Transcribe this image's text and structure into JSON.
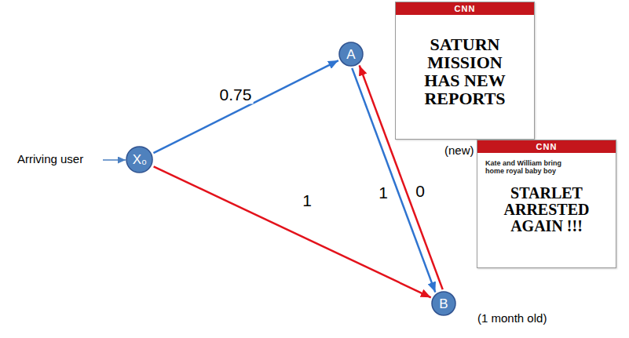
{
  "diagram": {
    "nodes": [
      {
        "text": [
          "X₀"
        ]
      },
      {
        "text": [
          "A"
        ]
      },
      {
        "text": [
          "B"
        ]
      },
      {
        "text": [
          "CNN",
          "SATURN MISSION HAS NEW REPORTS",
          "(new)"
        ]
      },
      {
        "text": [
          "CNN",
          "Kate and William bring home royal baby boy",
          "STARLET ARRESTED AGAIN !!!",
          "(1 month old)"
        ]
      }
    ],
    "edges": [
      {
        "from": 0,
        "to": 1,
        "arrow": "to",
        "label": "0.75"
      },
      {
        "from": 0,
        "to": 2,
        "arrow": "to",
        "label": "1"
      },
      {
        "from": 1,
        "to": 2,
        "arrow": "to",
        "label": "1"
      },
      {
        "from": 2,
        "to": 1,
        "arrow": "to",
        "label": "0"
      }
    ],
    "labels": [
      "Arriving user"
    ]
  }
}
